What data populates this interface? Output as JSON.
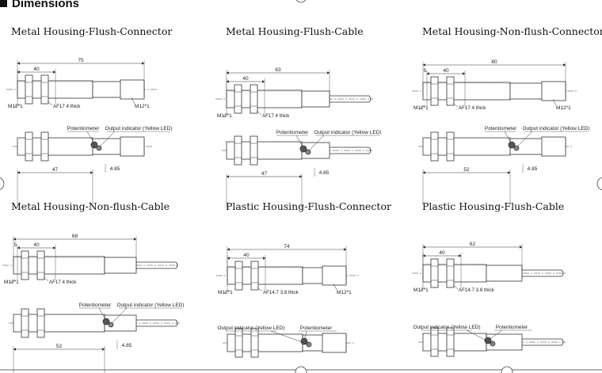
{
  "page": {
    "heading": "Dimensions"
  },
  "panels": [
    {
      "title": "Metal Housing-Flush-Connector",
      "total": "75",
      "body": "40",
      "left_label": "M12*1",
      "nut": "AF17  4 thick",
      "right_label": "M12*1",
      "pot": "Potentiometer",
      "led": "Output indicator (Yellow LED)",
      "lower_len": "47",
      "gap": "4.85"
    },
    {
      "title": "Metal Housing-Flush-Cable",
      "total": "63",
      "body": "40",
      "left_label": "M12*1",
      "nut": "AF17  4 thick",
      "pot": "Potentiometer",
      "led": "Output indicator (Yellow LED)",
      "lower_len": "47",
      "gap": "4.85"
    },
    {
      "title": "Metal Housing-Non-flush-Connector",
      "total": "80",
      "offset": "5",
      "body": "40",
      "left_label": "M12*1",
      "nut": "AF17  4 thick",
      "right_label": "M12*1",
      "pot": "Potentiometer",
      "led": "Output indicator (Yellow LED)",
      "lower_len": "52",
      "gap": "4.85"
    },
    {
      "title": "Metal Housing-Non-flush-Cable",
      "total": "68",
      "offset": "5",
      "body": "40",
      "left_label": "M12*1",
      "nut": "AF17  4 thick",
      "pot": "Potentiometer",
      "led": "Output indicator (Yellow LED)",
      "lower_len": "52",
      "gap": "4.85"
    },
    {
      "title": "Plastic Housing-Flush-Connector",
      "total": "74",
      "body": "40",
      "left_label": "M12*1",
      "nut": "AF14.7  3.8 thick",
      "right_label": "M12*1",
      "led": "Output indicator (Yellow LED)",
      "pot": "Potentiometer"
    },
    {
      "title": "Plastic Housing-Flush-Cable",
      "total": "62",
      "body": "40",
      "left_label": "M12*1",
      "nut": "AF14.7  3.8 thick",
      "led": "Output indicator (Yellow LED)",
      "pot": "Potentiometer"
    }
  ]
}
